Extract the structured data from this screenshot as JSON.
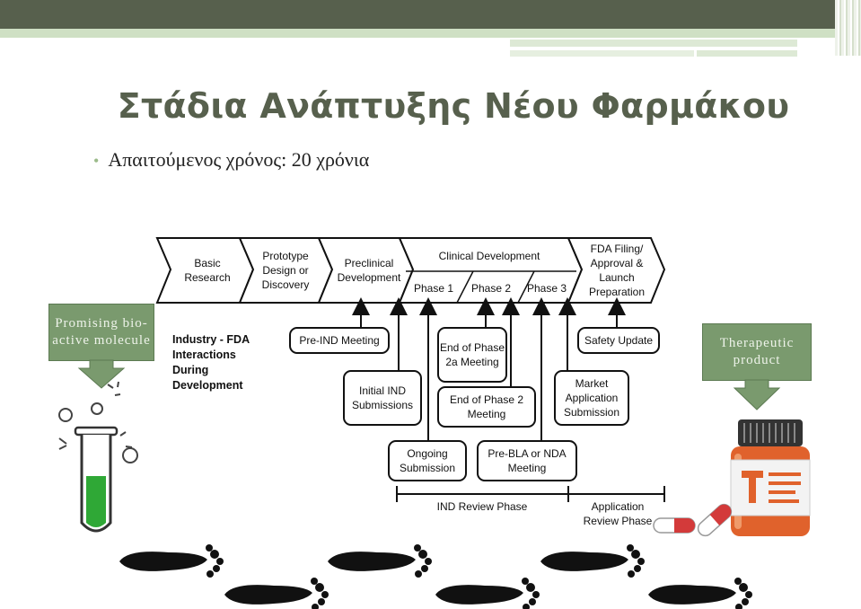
{
  "slide": {
    "title": "Στάδια Ανάπτυξης Νέου Φαρμάκου",
    "bullet": "Απαιτούμενος χρόνος: 20 χρόνια"
  },
  "labels": {
    "promising": "Promising bio-active molecule",
    "therapeutic": "Therapeutic product"
  },
  "stages": [
    {
      "label": "Basic Research"
    },
    {
      "label": "Prototype Design or Discovery"
    },
    {
      "label": "Preclinical Development"
    },
    {
      "label": "Clinical Development"
    },
    {
      "label": "FDA Filing/ Approval & Launch Preparation"
    }
  ],
  "phases": [
    "Phase 1",
    "Phase 2",
    "Phase 3"
  ],
  "industry_label": "Industry - FDA Interactions During Development",
  "meetings": {
    "pre_ind": "Pre-IND Meeting",
    "initial_ind": "Initial IND Submissions",
    "end_phase_2a": "End of Phase 2a Meeting",
    "end_phase_2": "End of Phase 2 Meeting",
    "ongoing": "Ongoing Submission",
    "pre_bla": "Pre-BLA or NDA Meeting",
    "safety": "Safety Update",
    "market": "Market Application Submission"
  },
  "review": {
    "ind_review": "IND Review Phase",
    "application_review": "Application Review Phase"
  },
  "colors": {
    "accent_dark": "#57604d",
    "accent_light": "#cfe0c4",
    "label_box": "#7a9a6e",
    "bottle": "#e0622c",
    "footprint": "#111111"
  }
}
